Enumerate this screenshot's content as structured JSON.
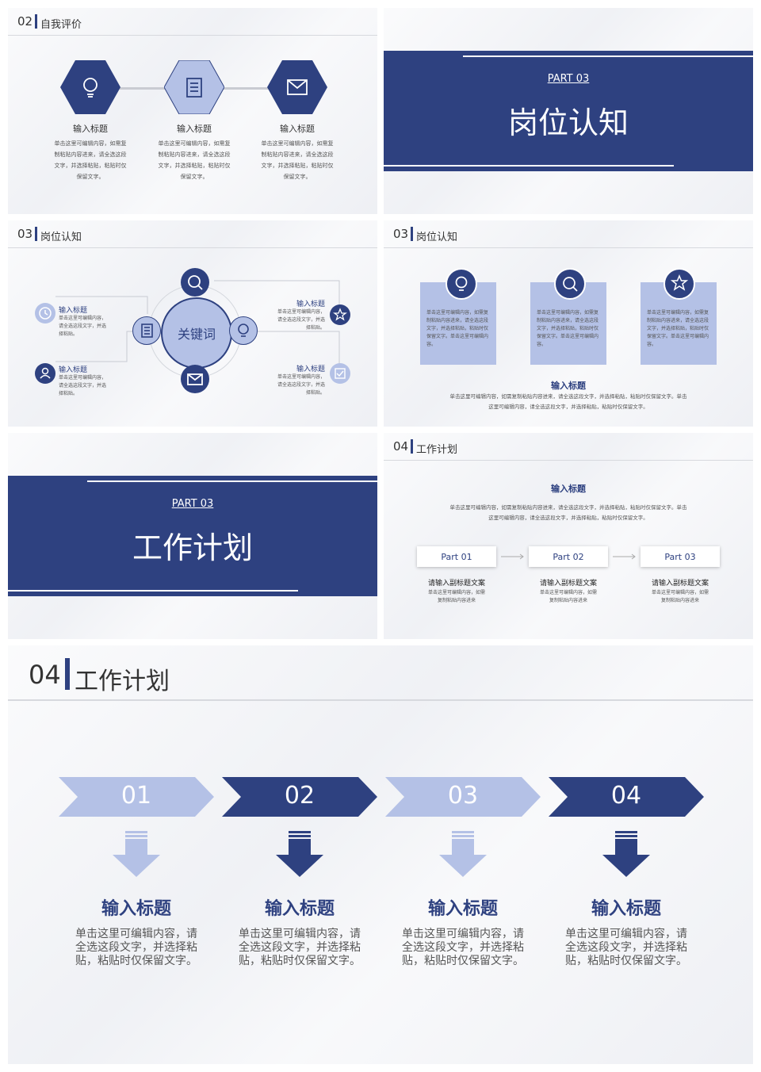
{
  "colors": {
    "navy": "#2e4180",
    "light": "#b4c1e6",
    "bg": "#f4f5f8"
  },
  "slide1": {
    "num": "02",
    "title": "自我评价",
    "items": [
      {
        "icon": "lightbulb-icon",
        "title": "输入标题",
        "text": [
          "单击这里可编辑内容，如需复",
          "制粘贴内容进来，请全选这段",
          "文字，并选择粘贴，粘贴时仅",
          "保留文字。"
        ]
      },
      {
        "icon": "document-icon",
        "title": "输入标题",
        "text": [
          "单击这里可编辑内容，如需复",
          "制粘贴内容进来，请全选这段",
          "文字，并选择粘贴，粘贴时仅",
          "保留文字。"
        ]
      },
      {
        "icon": "envelope-icon",
        "title": "输入标题",
        "text": [
          "单击这里可编辑内容，如需复",
          "制粘贴内容进来，请全选这段",
          "文字，并选择粘贴，粘贴时仅",
          "保留文字。"
        ]
      }
    ]
  },
  "slide2": {
    "part": "PART 03",
    "title": "岗位认知"
  },
  "slide3": {
    "num": "03",
    "title": "岗位认知",
    "center": "关键词",
    "left": [
      {
        "title": "输入标题",
        "text": [
          "单击这里可编辑内容，",
          "请全选这段文字，并选",
          "择粘贴。"
        ]
      },
      {
        "title": "输入标题",
        "text": [
          "单击这里可编辑内容，",
          "请全选这段文字，并选",
          "择粘贴。"
        ]
      }
    ],
    "right": [
      {
        "title": "输入标题",
        "text": [
          "单击这里可编辑内容，",
          "请全选这段文字，并选",
          "择粘贴。"
        ]
      },
      {
        "title": "输入标题",
        "text": [
          "单击这里可编辑内容，",
          "请全选这段文字，并选",
          "择粘贴。"
        ]
      }
    ]
  },
  "slide4": {
    "num": "03",
    "title": "岗位认知",
    "cards": [
      {
        "text": [
          "单击这里可编辑内容，如需复",
          "制粘贴内容进来，请全选这段",
          "文字，并选择粘贴，粘贴时仅",
          "保留文字。单击这里可编辑内",
          "容。"
        ]
      },
      {
        "text": [
          "单击这里可编辑内容，如需复",
          "制粘贴内容进来，请全选这段",
          "文字，并选择粘贴，粘贴时仅",
          "保留文字。单击这里可编辑内",
          "容。"
        ]
      },
      {
        "text": [
          "单击这里可编辑内容，如需复",
          "制粘贴内容进来，请全选这段",
          "文字，并选择粘贴，粘贴时仅",
          "保留文字。单击这里可编辑内",
          "容。"
        ]
      }
    ],
    "heading": "输入标题",
    "para": [
      "单击这里可编辑内容，如需复制粘贴内容进来，请全选这段文字，并选择粘贴，粘贴时仅保留文字。单击",
      "这里可编辑内容，请全选这段文字，并选择粘贴，粘贴时仅保留文字。"
    ]
  },
  "slide5": {
    "part": "PART 03",
    "title": "工作计划"
  },
  "slide6": {
    "num": "04",
    "title": "工作计划",
    "heading": "输入标题",
    "para": [
      "单击这里可编辑内容，如需复制粘贴内容进来，请全选这段文字，并选择粘贴，粘贴时仅保留文字。单击",
      "这里可编辑内容，请全选这段文字，并选择粘贴，粘贴时仅保留文字。"
    ],
    "parts": [
      {
        "label": "Part 01",
        "sub": "请输入副标题文案",
        "text": [
          "单击这里可编辑内容，如需",
          "复制粘贴内容进来"
        ]
      },
      {
        "label": "Part 02",
        "sub": "请输入副标题文案",
        "text": [
          "单击这里可编辑内容，如需",
          "复制粘贴内容进来"
        ]
      },
      {
        "label": "Part 03",
        "sub": "请输入副标题文案",
        "text": [
          "单击这里可编辑内容，如需",
          "复制粘贴内容进来"
        ]
      }
    ]
  },
  "slide7": {
    "num": "04",
    "title": "工作计划",
    "steps": [
      {
        "num": "01",
        "title": "输入标题",
        "text": [
          "单击这里可编辑内容，请",
          "全选这段文字，并选择粘",
          "贴，粘贴时仅保留文字。"
        ]
      },
      {
        "num": "02",
        "title": "输入标题",
        "text": [
          "单击这里可编辑内容，请",
          "全选这段文字，并选择粘",
          "贴，粘贴时仅保留文字。"
        ]
      },
      {
        "num": "03",
        "title": "输入标题",
        "text": [
          "单击这里可编辑内容，请",
          "全选这段文字，并选择粘",
          "贴，粘贴时仅保留文字。"
        ]
      },
      {
        "num": "04",
        "title": "输入标题",
        "text": [
          "单击这里可编辑内容，请",
          "全选这段文字，并选择粘",
          "贴，粘贴时仅保留文字。"
        ]
      }
    ]
  }
}
